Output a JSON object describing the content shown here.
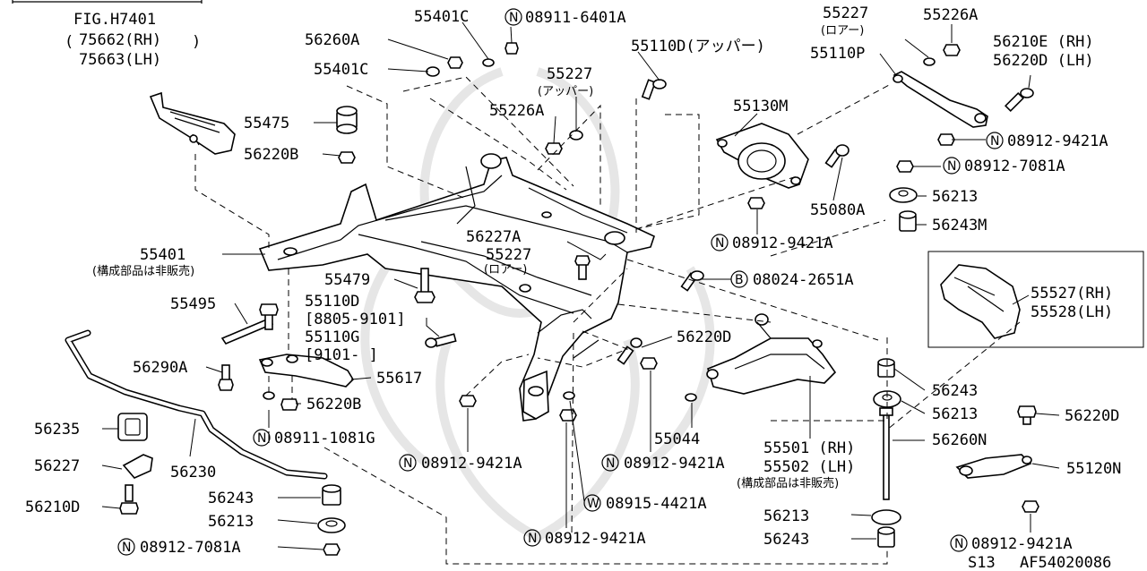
{
  "fig_ref": {
    "fig": "FIG.H7401",
    "rh": "75662(RH)",
    "lh": "75663(LH)"
  },
  "labels": {
    "p55401C_top": "55401C",
    "p08911_6401A": "08911-6401A",
    "p56260A": "56260A",
    "p55401C": "55401C",
    "p55110D_upper": "55110D(アッパー)",
    "p55227_upper": "55227",
    "p55227_upper_note": "(アッパー)",
    "p55226A_mid": "55226A",
    "p55227_lower_top": "55227",
    "p55227_lower_top_note": "(ロアー)",
    "p55226A_top": "55226A",
    "p55110P": "55110P",
    "p56210E": "56210E (RH)",
    "p56220D_lh": "56220D (LH)",
    "p55130M": "55130M",
    "p55475": "55475",
    "p56220B_top": "56220B",
    "p08912_9421A_r1": "08912-9421A",
    "p08912_7081A_r": "08912-7081A",
    "p56213_r": "56213",
    "p55080A": "55080A",
    "p56243M": "56243M",
    "p08912_9421A_mid": "08912-9421A",
    "p56227A": "56227A",
    "p55227_lower": "55227",
    "p55227_lower_note": "(ロアー)",
    "p55401": "55401",
    "p55401_note": "(構成部品は非販売)",
    "p08024_2651A": "08024-2651A",
    "p55527": "55527(RH)",
    "p55528": "55528(LH)",
    "p55479": "55479",
    "p55495": "55495",
    "p55110D": "55110D",
    "p55110D_date": "[8805-9101]",
    "p55110G": "55110G",
    "p55110G_date": "[9101-     ]",
    "p56220D_mid": "56220D",
    "p56290A": "56290A",
    "p55617": "55617",
    "p56220B": "56220B",
    "p56243_r": "56243",
    "p56213_r2": "56213",
    "p56220D_r": "56220D",
    "p56235": "56235",
    "p08911_1081G": "08911-1081G",
    "p55044": "55044",
    "p56260N": "56260N",
    "p55501": "55501 (RH)",
    "p55502": "55502 (LH)",
    "p5550x_note": "(構成部品は非販売)",
    "p55120N": "55120N",
    "p56227": "56227",
    "p56230": "56230",
    "p08912_9421A_a": "08912-9421A",
    "p08912_9421A_b": "08912-9421A",
    "p56210D": "56210D",
    "p56243_l": "56243",
    "p08915_4421A": "08915-4421A",
    "p56213_l": "56213",
    "p56213_b": "56213",
    "p08912_7081A_l": "08912-7081A",
    "p08912_9421A_c": "08912-9421A",
    "p56243_b": "56243",
    "p08912_9421A_r2": "08912-9421A"
  },
  "prefixes": {
    "n": "N",
    "b": "B",
    "w": "W"
  },
  "footer": {
    "model": "S13",
    "code": "AF54020086"
  }
}
